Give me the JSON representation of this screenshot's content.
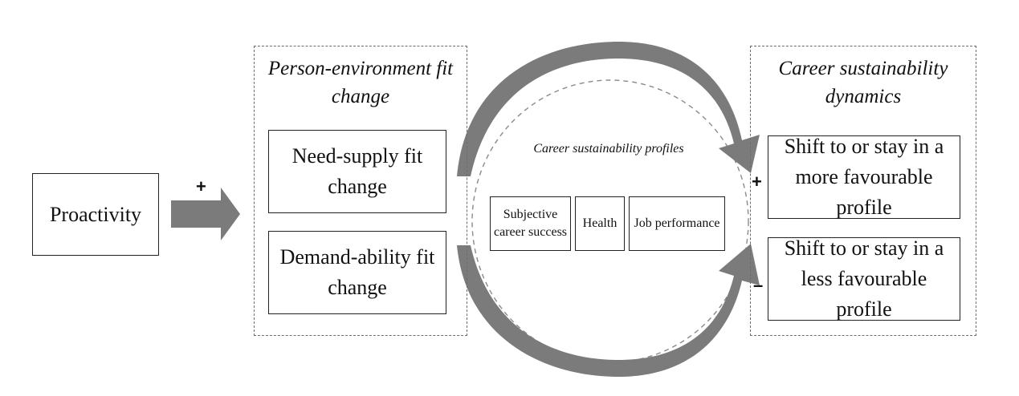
{
  "nodes": {
    "proactivity": "Proactivity",
    "need_supply_fit": "Need-supply fit change",
    "demand_ability_fit": "Demand-ability fit change",
    "subjective_success": "Subjective career success",
    "health": "Health",
    "job_performance": "Job performance",
    "shift_more": "Shift to or stay in a more favourable profile",
    "shift_less": "Shift to or stay in a less favourable profile"
  },
  "groups": {
    "pe_fit_title": "Person-environment fit change",
    "profiles_title": "Career sustainability profiles",
    "dynamics_title": "Career sustainability dynamics"
  },
  "signs": {
    "proactivity_to_fit": "+",
    "to_more_favourable": "+",
    "to_less_favourable": "–"
  },
  "colors": {
    "arrow": "#7b7b7b",
    "box_border": "#222222",
    "dashed": "#6d6d6d"
  }
}
